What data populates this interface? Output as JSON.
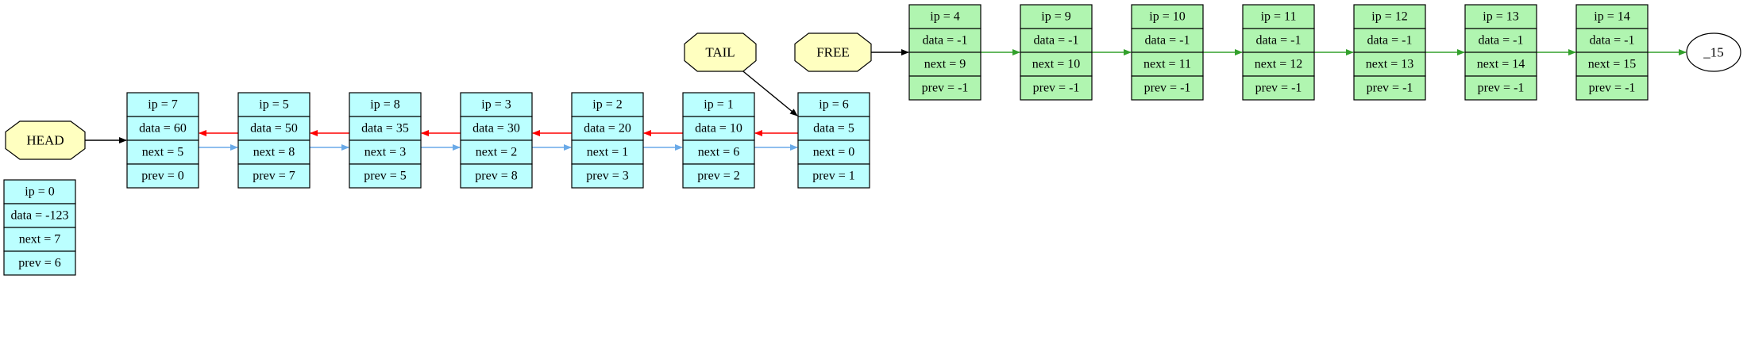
{
  "colors": {
    "node_fill_used": "#bbffff",
    "node_fill_free": "#b0f5b0",
    "label_fill": "#ffffc0",
    "prev_edge": "#ff0000",
    "next_edge": "#6aaae8",
    "free_edge": "#33a02c",
    "black": "#000000"
  },
  "labels": {
    "head": "HEAD",
    "tail": "TAIL",
    "free": "FREE",
    "end": "_15"
  },
  "nodes": [
    {
      "id": "n0",
      "fields": [
        "ip = 0",
        "data = -123",
        "next = 7",
        "prev = 6"
      ],
      "kind": "used"
    },
    {
      "id": "n7",
      "fields": [
        "ip = 7",
        "data = 60",
        "next = 5",
        "prev = 0"
      ],
      "kind": "used"
    },
    {
      "id": "n5",
      "fields": [
        "ip = 5",
        "data = 50",
        "next = 8",
        "prev = 7"
      ],
      "kind": "used"
    },
    {
      "id": "n8",
      "fields": [
        "ip = 8",
        "data = 35",
        "next = 3",
        "prev = 5"
      ],
      "kind": "used"
    },
    {
      "id": "n3",
      "fields": [
        "ip = 3",
        "data = 30",
        "next = 2",
        "prev = 8"
      ],
      "kind": "used"
    },
    {
      "id": "n2",
      "fields": [
        "ip = 2",
        "data = 20",
        "next = 1",
        "prev = 3"
      ],
      "kind": "used"
    },
    {
      "id": "n1",
      "fields": [
        "ip = 1",
        "data = 10",
        "next = 6",
        "prev = 2"
      ],
      "kind": "used"
    },
    {
      "id": "n6",
      "fields": [
        "ip = 6",
        "data = 5",
        "next = 0",
        "prev = 1"
      ],
      "kind": "used"
    },
    {
      "id": "n4",
      "fields": [
        "ip = 4",
        "data = -1",
        "next = 9",
        "prev = -1"
      ],
      "kind": "free"
    },
    {
      "id": "n9",
      "fields": [
        "ip = 9",
        "data = -1",
        "next = 10",
        "prev = -1"
      ],
      "kind": "free"
    },
    {
      "id": "n10",
      "fields": [
        "ip = 10",
        "data = -1",
        "next = 11",
        "prev = -1"
      ],
      "kind": "free"
    },
    {
      "id": "n11",
      "fields": [
        "ip = 11",
        "data = -1",
        "next = 12",
        "prev = -1"
      ],
      "kind": "free"
    },
    {
      "id": "n12",
      "fields": [
        "ip = 12",
        "data = -1",
        "next = 13",
        "prev = -1"
      ],
      "kind": "free"
    },
    {
      "id": "n13",
      "fields": [
        "ip = 13",
        "data = -1",
        "next = 14",
        "prev = -1"
      ],
      "kind": "free"
    },
    {
      "id": "n14",
      "fields": [
        "ip = 14",
        "data = -1",
        "next = 15",
        "prev = -1"
      ],
      "kind": "free"
    }
  ],
  "used_chain": [
    "n7",
    "n5",
    "n8",
    "n3",
    "n2",
    "n1",
    "n6"
  ],
  "free_chain": [
    "n4",
    "n9",
    "n10",
    "n11",
    "n12",
    "n13",
    "n14"
  ]
}
